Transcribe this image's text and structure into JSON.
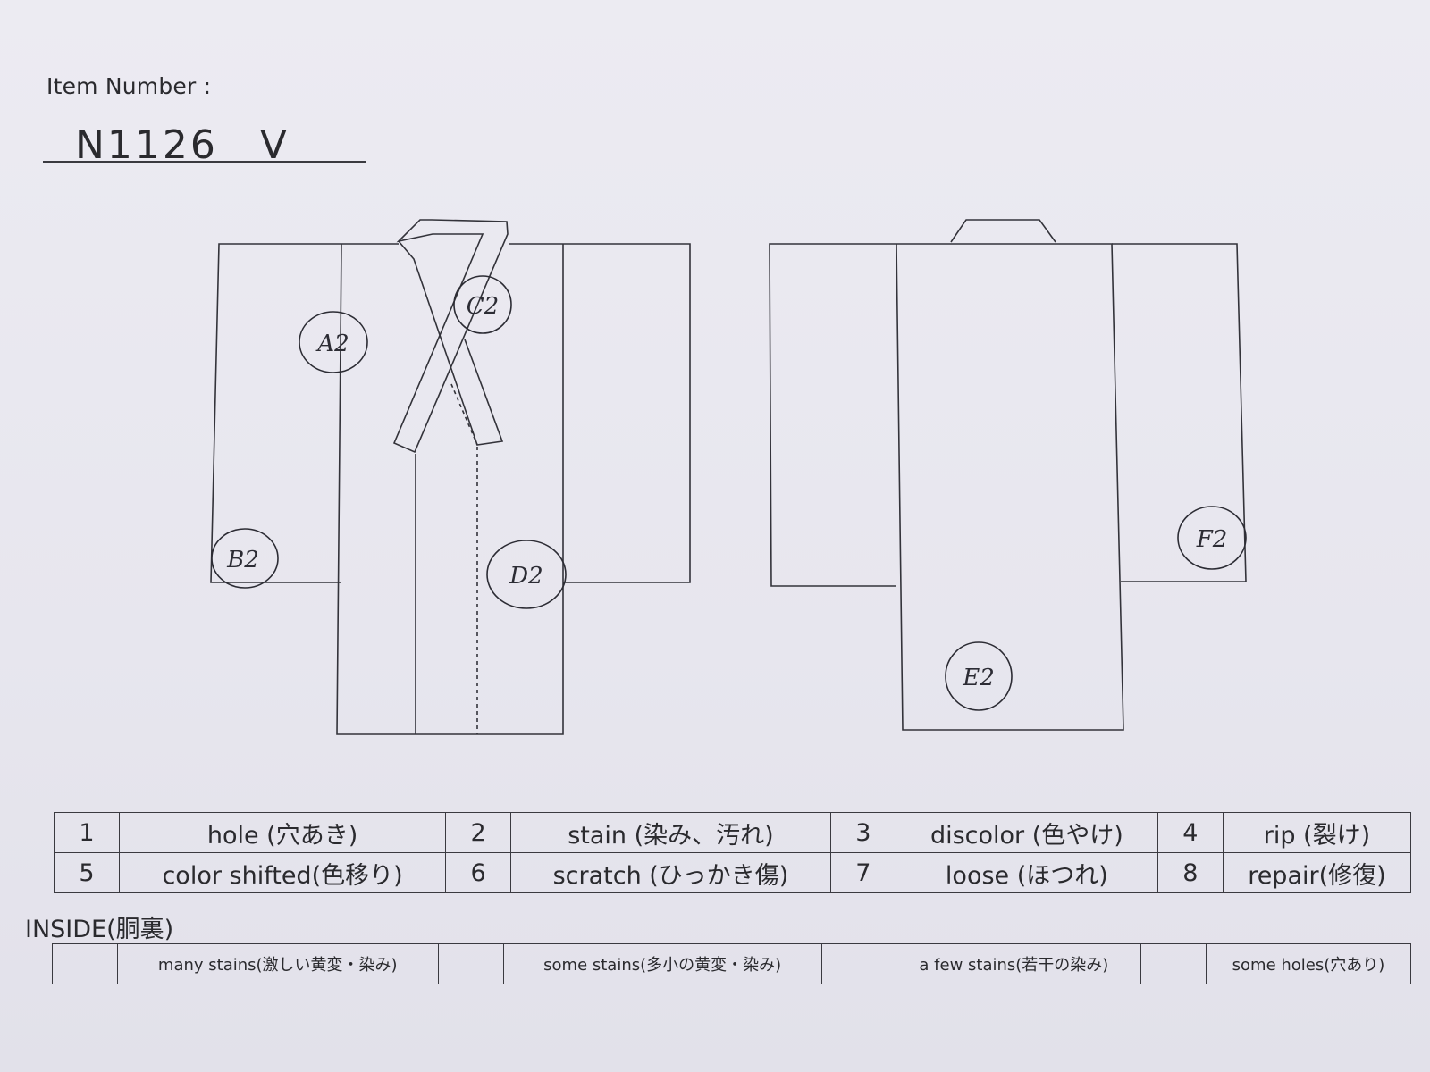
{
  "header": {
    "item_number_label": "Item Number :",
    "item_number_value": "N1126　V"
  },
  "marks": {
    "a": "A2",
    "b": "B2",
    "c": "C2",
    "d": "D2",
    "e": "E2",
    "f": "F2"
  },
  "legend": [
    {
      "num": "1",
      "label": "hole (穴あき)"
    },
    {
      "num": "2",
      "label": "stain (染み、汚れ)"
    },
    {
      "num": "3",
      "label": "discolor (色やけ)"
    },
    {
      "num": "4",
      "label": "rip (裂け)"
    },
    {
      "num": "5",
      "label": "color shifted(色移り)"
    },
    {
      "num": "6",
      "label": "scratch (ひっかき傷)"
    },
    {
      "num": "7",
      "label": "loose (ほつれ)"
    },
    {
      "num": "8",
      "label": "repair(修復)"
    }
  ],
  "inside": {
    "title": "INSIDE(胴裏)",
    "options": [
      "many stains(激しい黄変・染み)",
      "some stains(多小の黄変・染み)",
      "a few stains(若干の染み)",
      "some holes(穴あり)"
    ]
  }
}
